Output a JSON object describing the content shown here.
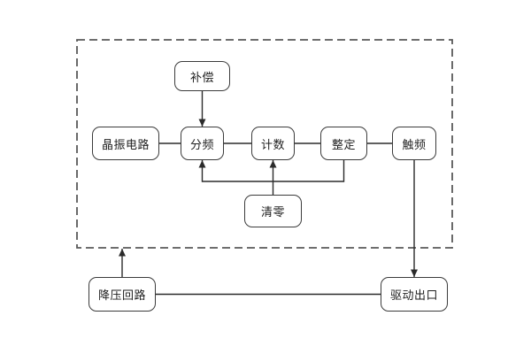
{
  "diagram": {
    "nodes": [
      {
        "id": "buchang",
        "label": "补偿"
      },
      {
        "id": "jingzhen",
        "label": "晶振电路"
      },
      {
        "id": "fenpin",
        "label": "分频"
      },
      {
        "id": "jishu",
        "label": "计数"
      },
      {
        "id": "zhengding",
        "label": "整定"
      },
      {
        "id": "chupin",
        "label": "触频"
      },
      {
        "id": "qingling",
        "label": "清零"
      },
      {
        "id": "jiangya",
        "label": "降压回路"
      },
      {
        "id": "qudong",
        "label": "驱动出口"
      }
    ],
    "edges": [
      {
        "from": "buchang",
        "to": "fenpin",
        "arrow": true
      },
      {
        "from": "jingzhen",
        "to": "fenpin",
        "arrow": false
      },
      {
        "from": "fenpin",
        "to": "jishu",
        "arrow": false
      },
      {
        "from": "jishu",
        "to": "zhengding",
        "arrow": false
      },
      {
        "from": "zhengding",
        "to": "chupin",
        "arrow": false
      },
      {
        "from": "zhengding",
        "to": "fenpin",
        "arrow": true
      },
      {
        "from": "qingling",
        "to": "jishu",
        "arrow": true
      },
      {
        "from": "chupin",
        "to": "qudong",
        "arrow": true
      },
      {
        "from": "jiangya",
        "to": "boundary",
        "arrow": true
      },
      {
        "from": "jiangya",
        "to": "qudong",
        "arrow": false
      }
    ],
    "colors": {
      "background": "#ffffff",
      "box_fill": "#ffffff",
      "box_border": "#3b3b3b",
      "line": "#2b2b2b",
      "dashed_boundary": "#595959",
      "text": "#1f1f1f"
    }
  }
}
